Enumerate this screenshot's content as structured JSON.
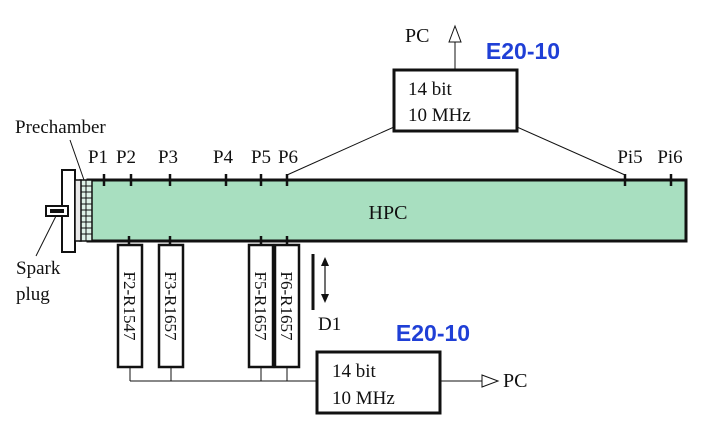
{
  "labels": {
    "prechamber": "Prechamber",
    "spark_plug_line1": "Spark",
    "spark_plug_line2": "plug",
    "hpc": "HPC",
    "d1": "D1",
    "pc_top": "PC",
    "pc_bottom": "PC"
  },
  "ports_top": [
    "P1",
    "P2",
    "P3",
    "P4",
    "P5",
    "P6",
    "Pi5",
    "Pi6"
  ],
  "sensors_bottom": [
    "F2-R1547",
    "F3-R1657",
    "F5-R1657",
    "F6-R1657"
  ],
  "adc_top": {
    "tag": "E20-10",
    "line1": "14 bit",
    "line2": "10 MHz"
  },
  "adc_bottom": {
    "tag": "E20-10",
    "line1": "14 bit",
    "line2": "10 MHz"
  },
  "colors": {
    "tube_fill": "#a8dfc0",
    "tag_blue": "#1f3fd6",
    "stroke": "#111111"
  },
  "icons": {
    "arrow_up": "arrow-up-icon",
    "arrow_right": "arrow-right-icon",
    "double_arrow": "double-arrow-vertical-icon"
  }
}
